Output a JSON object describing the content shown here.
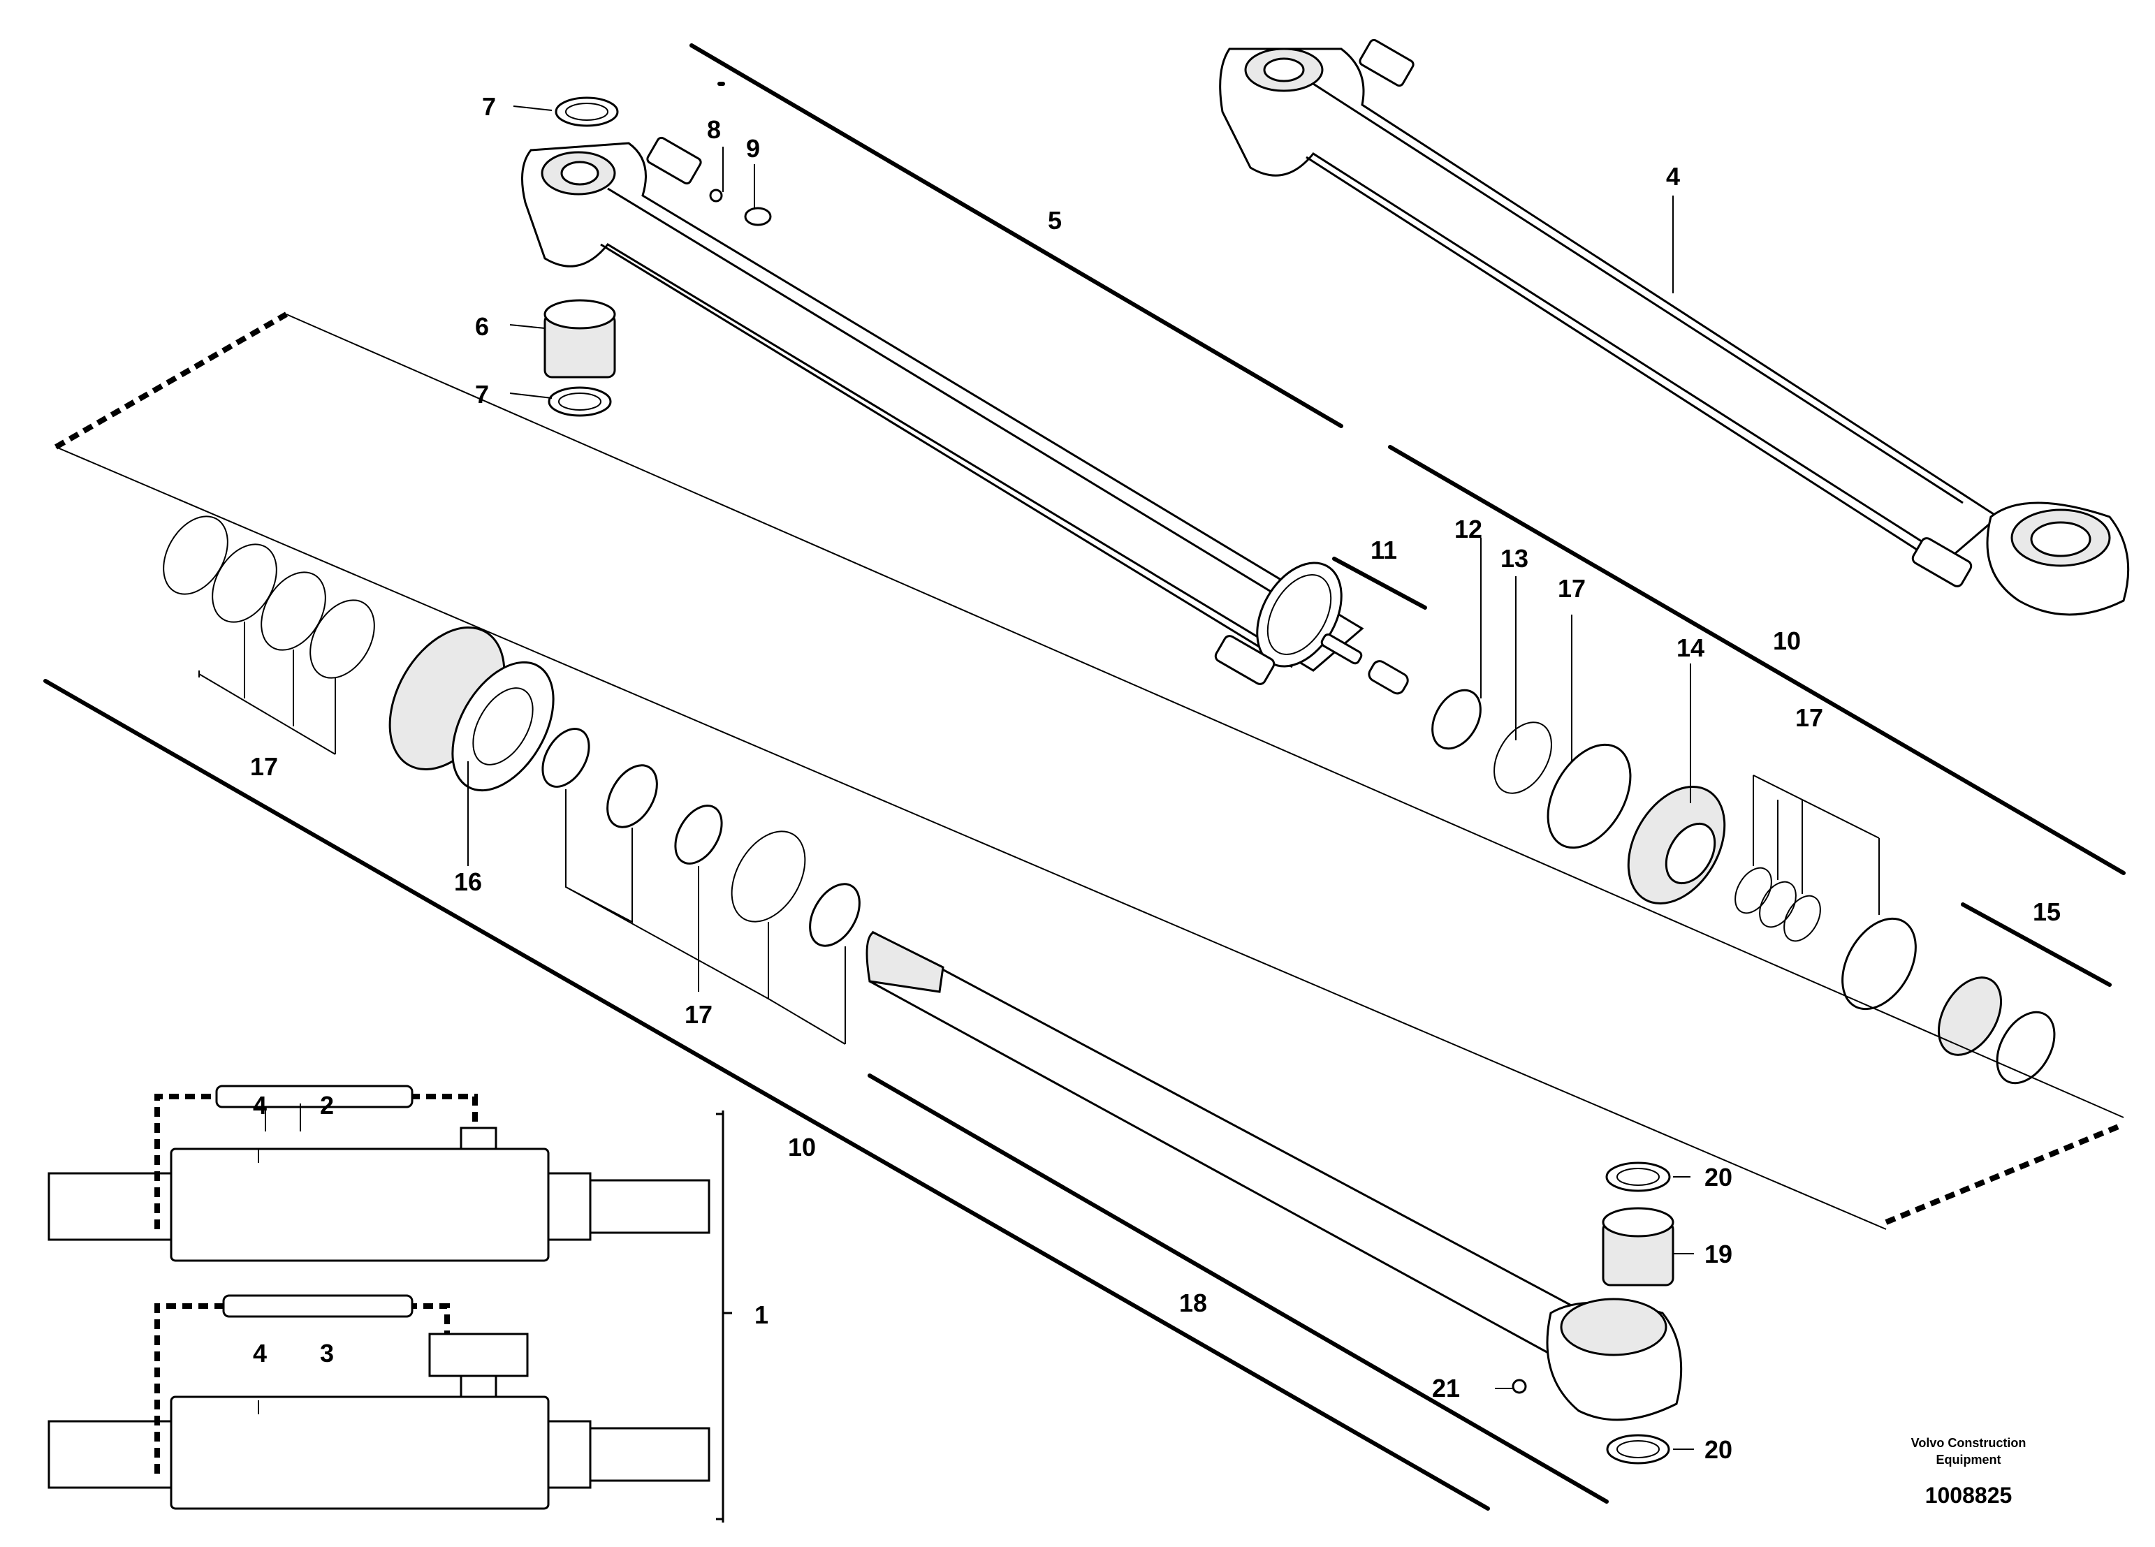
{
  "labels": {
    "l1": "1",
    "l2": "2",
    "l3": "3",
    "l4_top": "4",
    "l4_a": "4",
    "l4_b": "4",
    "l5": "5",
    "l6": "6",
    "l7_a": "7",
    "l7_b": "7",
    "l8": "8",
    "l9": "9",
    "l10_a": "10",
    "l10_b": "10",
    "l11": "11",
    "l12": "12",
    "l13": "13",
    "l14": "14",
    "l15": "15",
    "l16": "16",
    "l17_a": "17",
    "l17_b": "17",
    "l17_c": "17",
    "l17_d": "17",
    "l18": "18",
    "l19": "19",
    "l20_a": "20",
    "l20_b": "20",
    "l21": "21"
  },
  "footer": {
    "brand_line1": "Volvo Construction",
    "brand_line2": "Equipment",
    "drawing_number": "1008825"
  }
}
